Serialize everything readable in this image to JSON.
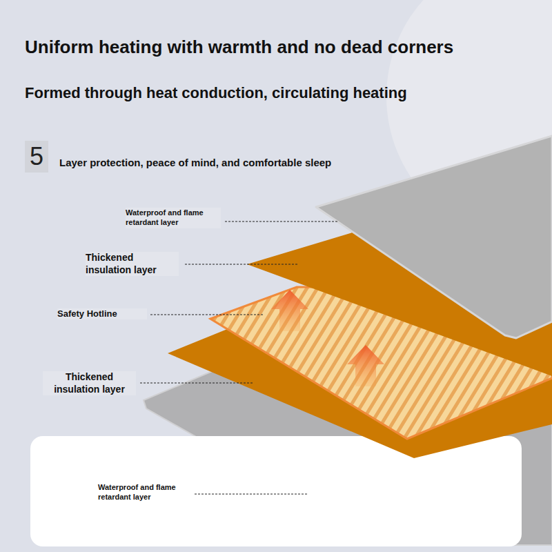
{
  "diagram": {
    "title": "Uniform heating with warmth and no dead corners",
    "nodes": [
      {
        "text": [
          "5"
        ]
      }
    ],
    "labels": [
      "Formed through heat conduction, circulating heating",
      "Layer protection, peace of mind, and comfortable sleep",
      "Waterproof and flame retardant layer",
      "Thickened insulation layer",
      "Safety Hotline",
      "Thickened insulation layer",
      "Waterproof and flame retardant layer"
    ]
  }
}
